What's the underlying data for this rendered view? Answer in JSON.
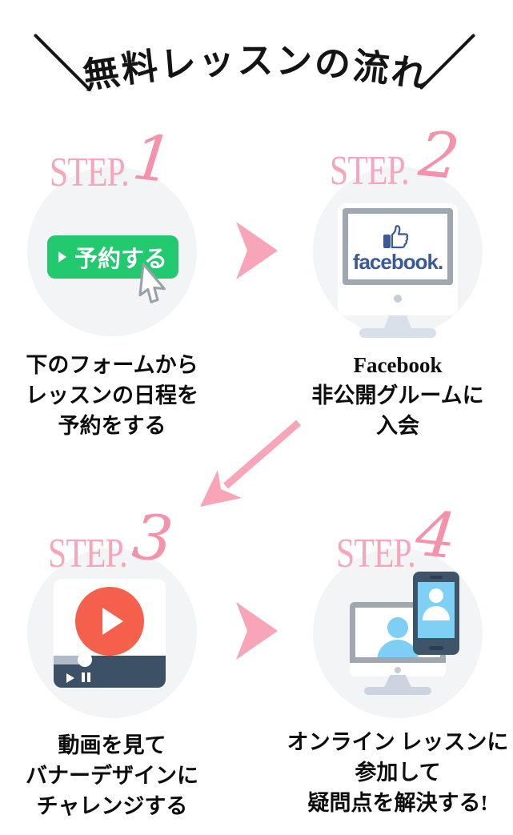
{
  "title": {
    "text": "無料レッスンの流れ"
  },
  "steps": [
    {
      "label": "STEP.",
      "num": "1",
      "icon": "reserve-button-with-cursor",
      "button_label": "予約する",
      "caption_lines": [
        "下のフォームから",
        "レッスンの日程を",
        "予約をする"
      ]
    },
    {
      "label": "STEP.",
      "num": "2",
      "icon": "facebook-monitor",
      "logo_text": "facebook.",
      "caption_lines": [
        "Facebook",
        "非公開グルームに",
        "入会"
      ]
    },
    {
      "label": "STEP.",
      "num": "3",
      "icon": "video-player",
      "caption_lines": [
        "動画を見て",
        "バナーデザインに",
        "チャレンジする"
      ]
    },
    {
      "label": "STEP.",
      "num": "4",
      "icon": "online-lesson-devices",
      "caption_lines": [
        "オンライン レッスンに",
        "参加して",
        "疑問点を解決する!"
      ]
    }
  ],
  "colors": {
    "pink": "#f8a5ba",
    "pink_deep": "#f392aa",
    "green": "#22c96f",
    "facebook_navy": "#3b5998",
    "player_slate": "#3c5166",
    "play_red": "#f4604c",
    "person_blue": "#7fcef3",
    "circle_bg": "#f2f4f6",
    "bezel_gray": "#9fa8b1",
    "stand_gray": "#d9e0ea",
    "text_black": "#141414"
  }
}
